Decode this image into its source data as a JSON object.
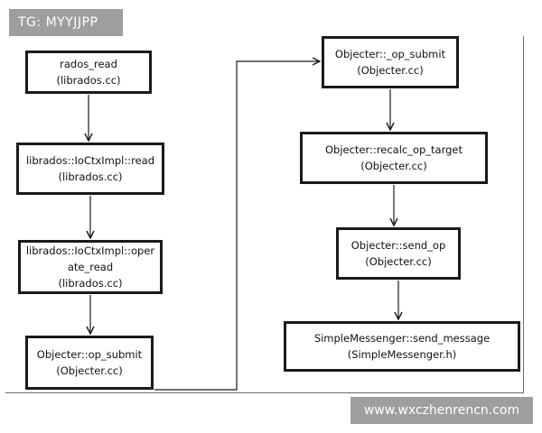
{
  "watermark_top": "TG: MYYJJPP",
  "watermark_bottom": "www.wxczhenrencn.com",
  "nodes": [
    {
      "id": "rados-read",
      "lines": [
        "rados_read",
        "(librados.cc)"
      ]
    },
    {
      "id": "ioctx-read",
      "lines": [
        "librados::IoCtxImpl::read",
        "(librados.cc)"
      ]
    },
    {
      "id": "ioctx-operate-read",
      "lines": [
        "librados::IoCtxImpl::oper",
        "ate_read",
        "(librados.cc)"
      ]
    },
    {
      "id": "objecter-op-submit",
      "lines": [
        "Objecter::op_submit",
        "(Objecter.cc)"
      ]
    },
    {
      "id": "objecter-internal-op-submit",
      "lines": [
        "Objecter::_op_submit",
        "(Objecter.cc)"
      ]
    },
    {
      "id": "objecter-recalc-op-target",
      "lines": [
        "Objecter::recalc_op_target",
        "(Objecter.cc)"
      ]
    },
    {
      "id": "objecter-send-op",
      "lines": [
        "Objecter::send_op",
        "(Objecter.cc)"
      ]
    },
    {
      "id": "simplemessenger-send-message",
      "lines": [
        "SimpleMessenger::send_message",
        "(SimpleMessenger.h)"
      ]
    }
  ],
  "edges": [
    {
      "from": "rados-read",
      "to": "ioctx-read"
    },
    {
      "from": "ioctx-read",
      "to": "ioctx-operate-read"
    },
    {
      "from": "ioctx-operate-read",
      "to": "objecter-op-submit"
    },
    {
      "from": "objecter-op-submit",
      "to": "objecter-internal-op-submit"
    },
    {
      "from": "objecter-internal-op-submit",
      "to": "objecter-recalc-op-target"
    },
    {
      "from": "objecter-recalc-op-target",
      "to": "objecter-send-op"
    },
    {
      "from": "objecter-send-op",
      "to": "simplemessenger-send-message"
    }
  ]
}
